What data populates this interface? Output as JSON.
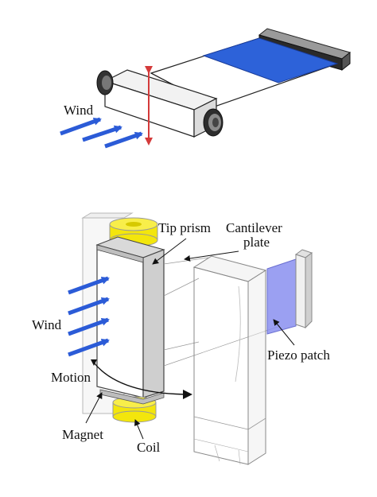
{
  "top_figure": {
    "wind_label": "Wind"
  },
  "bottom_figure": {
    "tip_prism_label": "Tip prism",
    "cantilever_label_line1": "Cantilever",
    "cantilever_label_line2": "plate",
    "wind_label": "Wind",
    "piezo_patch_label": "Piezo patch",
    "motion_label": "Motion",
    "magnet_label": "Magnet",
    "coil_label": "Coil"
  },
  "colors": {
    "wind_arrow": "#2b5bd7",
    "piezo_strip": "#2d62d9",
    "piezo_patch": "#8a8ff0",
    "coil": "#f3e60c",
    "vibration_arrow": "#d43a3a",
    "clamp": "#c8c8c8"
  }
}
